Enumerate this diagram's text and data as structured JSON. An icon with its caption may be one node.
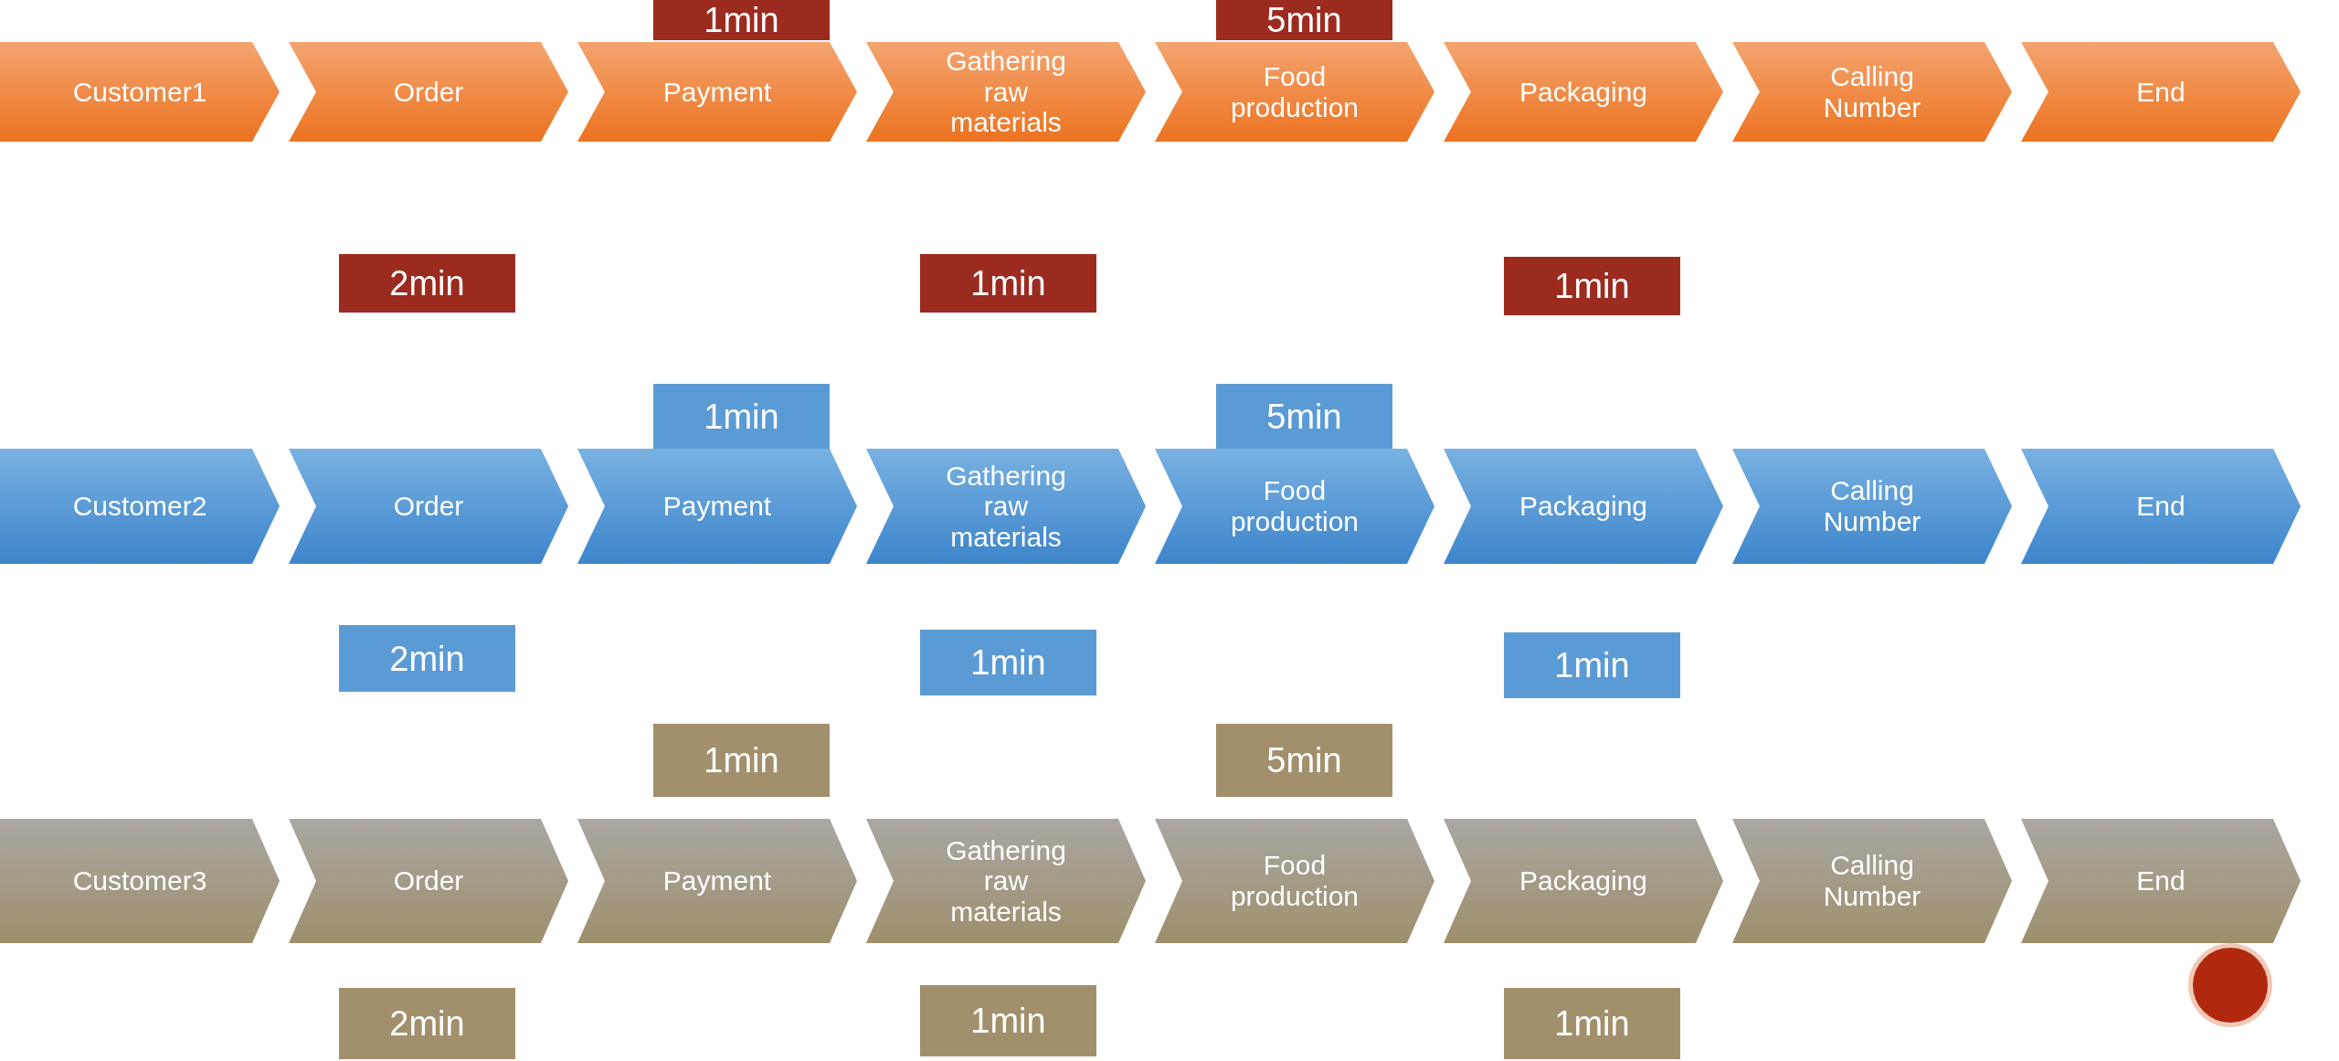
{
  "diagram": {
    "nodes": [
      {
        "text": [
          "1min"
        ]
      },
      {
        "text": [
          "5min"
        ]
      },
      {
        "text": [
          "Customer1"
        ]
      },
      {
        "text": [
          "Order"
        ]
      },
      {
        "text": [
          "Payment"
        ]
      },
      {
        "text": [
          "Gathering raw materials"
        ]
      },
      {
        "text": [
          "Food production"
        ]
      },
      {
        "text": [
          "Packaging"
        ]
      },
      {
        "text": [
          "Calling Number"
        ]
      },
      {
        "text": [
          "End"
        ]
      },
      {
        "text": [
          "2min"
        ]
      },
      {
        "text": [
          "1min"
        ]
      },
      {
        "text": [
          "1min"
        ]
      },
      {
        "text": [
          "1min"
        ]
      },
      {
        "text": [
          "5min"
        ]
      },
      {
        "text": [
          "Customer2"
        ]
      },
      {
        "text": [
          "Order"
        ]
      },
      {
        "text": [
          "Payment"
        ]
      },
      {
        "text": [
          "Gathering raw materials"
        ]
      },
      {
        "text": [
          "Food production"
        ]
      },
      {
        "text": [
          "Packaging"
        ]
      },
      {
        "text": [
          "Calling Number"
        ]
      },
      {
        "text": [
          "End"
        ]
      },
      {
        "text": [
          "2min"
        ]
      },
      {
        "text": [
          "1min"
        ]
      },
      {
        "text": [
          "1min"
        ]
      },
      {
        "text": [
          "1min"
        ]
      },
      {
        "text": [
          "5min"
        ]
      },
      {
        "text": [
          "Customer3"
        ]
      },
      {
        "text": [
          "Order"
        ]
      },
      {
        "text": [
          "Payment"
        ]
      },
      {
        "text": [
          "Gathering raw materials"
        ]
      },
      {
        "text": [
          "Food production"
        ]
      },
      {
        "text": [
          "Packaging"
        ]
      },
      {
        "text": [
          "Calling Number"
        ]
      },
      {
        "text": [
          "End"
        ]
      },
      {
        "text": [
          "2min"
        ]
      },
      {
        "text": [
          "1min"
        ]
      },
      {
        "text": [
          "1min"
        ]
      }
    ]
  }
}
